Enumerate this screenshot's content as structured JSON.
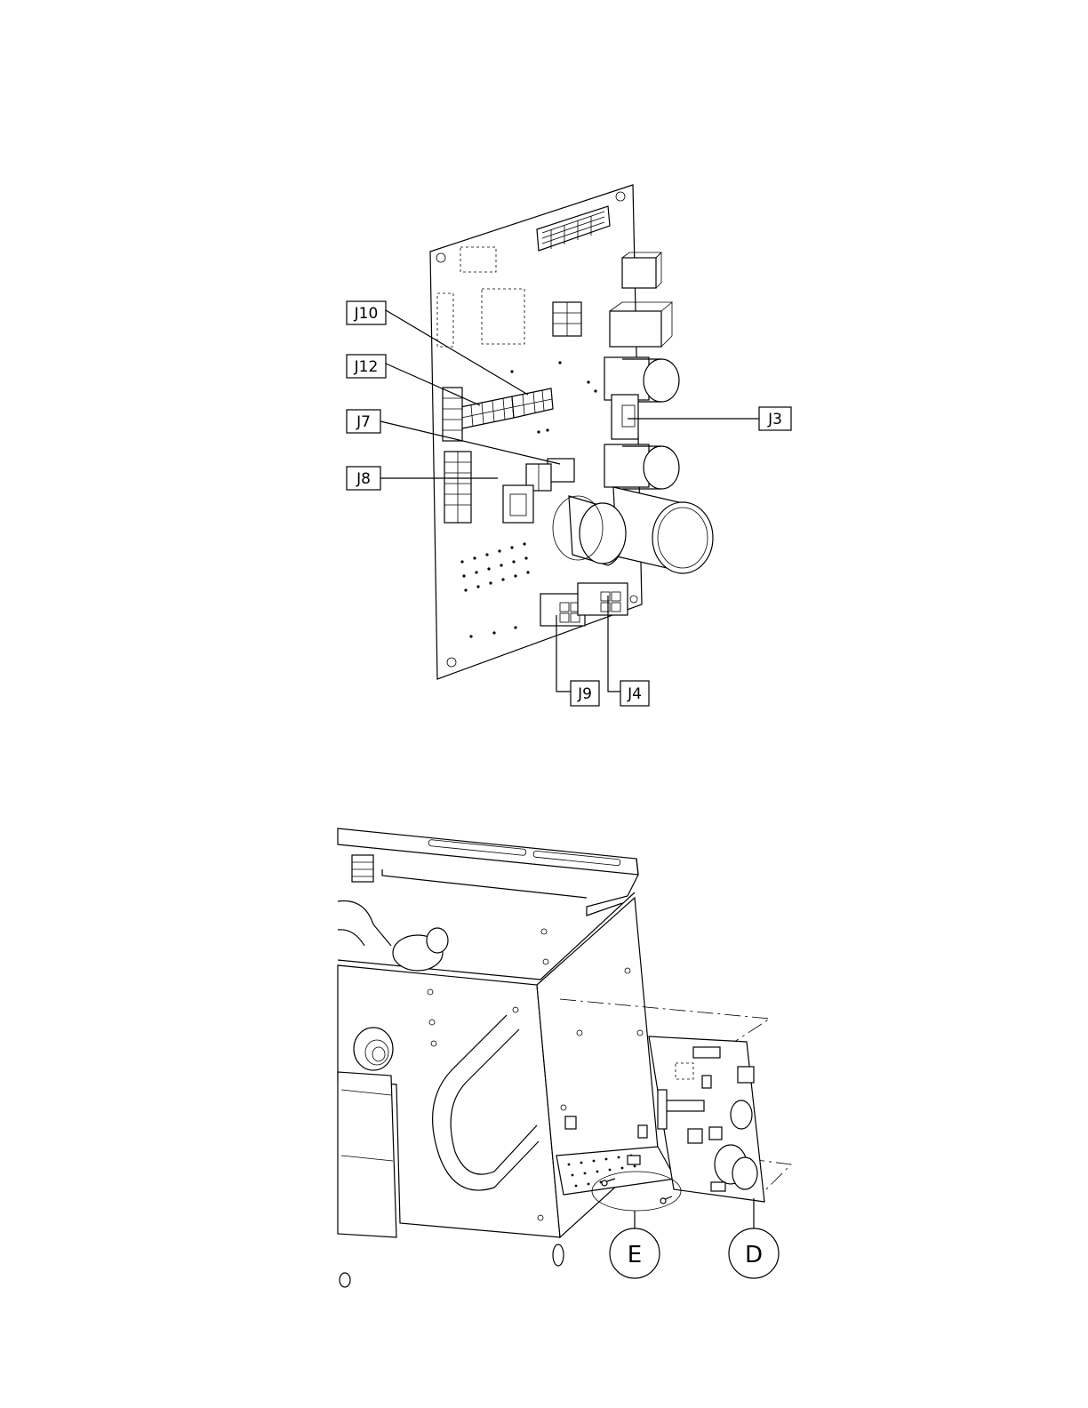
{
  "top_figure": {
    "callouts": [
      {
        "id": "j10",
        "label": "J10"
      },
      {
        "id": "j12",
        "label": "J12"
      },
      {
        "id": "j7",
        "label": "J7"
      },
      {
        "id": "j8",
        "label": "J8"
      },
      {
        "id": "j3",
        "label": "J3"
      },
      {
        "id": "j9",
        "label": "J9"
      },
      {
        "id": "j4",
        "label": "J4"
      }
    ]
  },
  "bottom_figure": {
    "callouts": [
      {
        "id": "e",
        "label": "E"
      },
      {
        "id": "d",
        "label": "D"
      }
    ]
  }
}
